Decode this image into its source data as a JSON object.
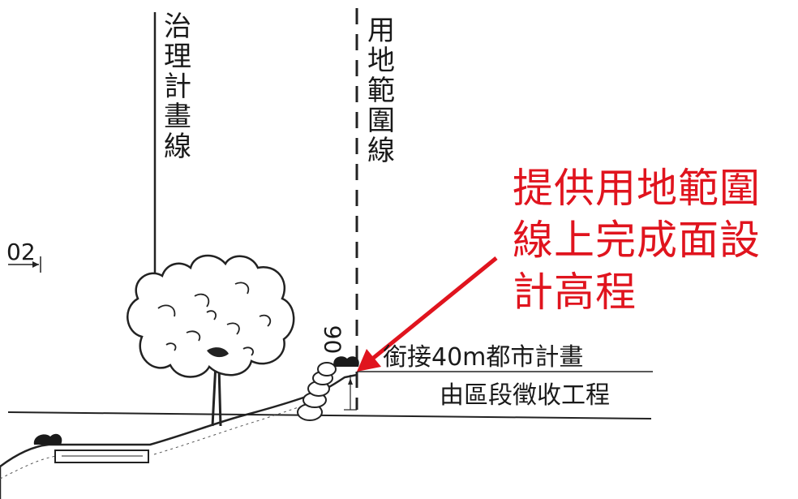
{
  "labels": {
    "planning_line": "治理計畫線",
    "land_boundary": "用地範圍線",
    "left_marker": "02",
    "height_value": "90",
    "road_note": "銜接40m都市計畫",
    "expropriation_note": "由區段徵收工程"
  },
  "annotation": {
    "text": "提供用地範圍線上完成面設計高程",
    "color": "#e0141e"
  }
}
